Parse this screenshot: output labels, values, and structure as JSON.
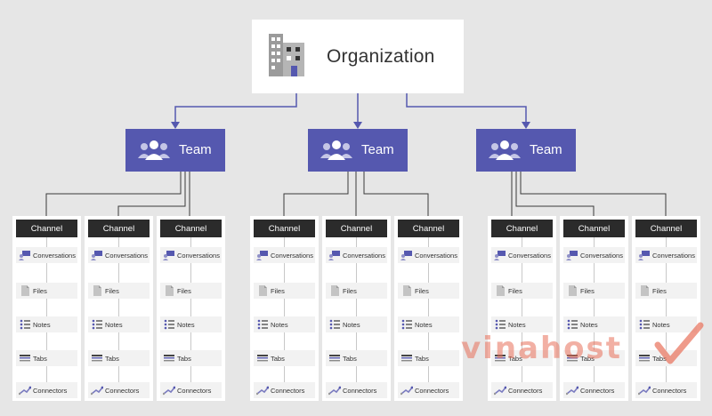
{
  "organization": {
    "label": "Organization",
    "icon": "building-icon"
  },
  "teams": [
    {
      "label": "Team",
      "icon": "people-icon"
    },
    {
      "label": "Team",
      "icon": "people-icon"
    },
    {
      "label": "Team",
      "icon": "people-icon"
    }
  ],
  "channel_header": "Channel",
  "channel_items": [
    {
      "label": "Conversations",
      "icon": "conversations-icon"
    },
    {
      "label": "Files",
      "icon": "file-icon"
    },
    {
      "label": "Notes",
      "icon": "notes-icon"
    },
    {
      "label": "Tabs",
      "icon": "tabs-icon"
    },
    {
      "label": "Connectors",
      "icon": "connectors-icon"
    }
  ],
  "watermark": {
    "text": "vinahost",
    "icon": "checkmark-icon"
  },
  "colors": {
    "team": "#5558af",
    "arrow": "#5558af",
    "channel_header": "#2b2b2b",
    "background": "#e6e6e6",
    "watermark": "#e8705a"
  }
}
